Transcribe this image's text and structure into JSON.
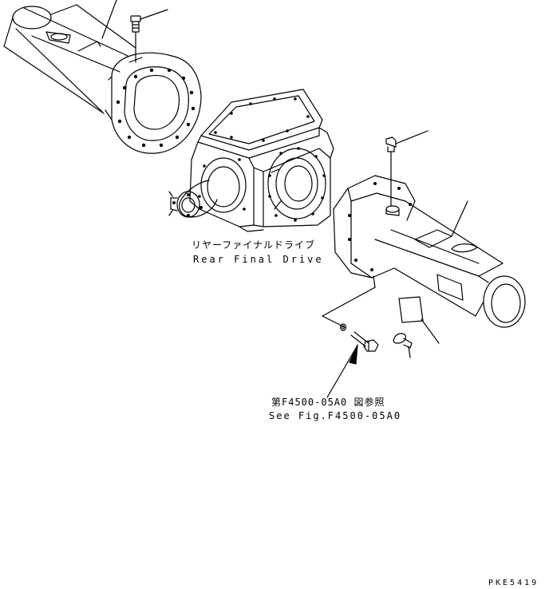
{
  "labels": {
    "assembly_jp": "リヤーファイナルドライブ",
    "assembly_en": "Rear Final Drive",
    "reference_jp": "第F4500-05A0 図参照",
    "reference_en": "See Fig.F4500-05A0",
    "drawing_code": "PKE5419"
  },
  "colors": {
    "line": "#000000",
    "background": "#ffffff"
  }
}
